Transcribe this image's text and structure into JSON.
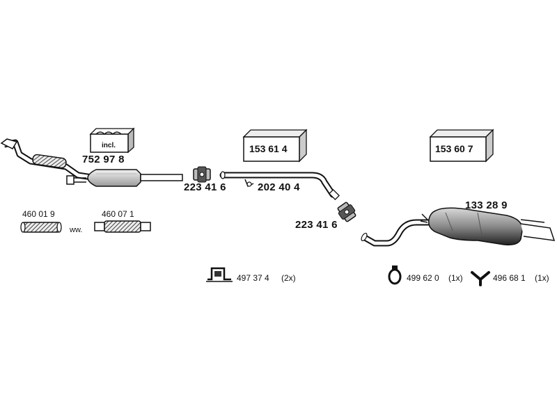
{
  "parts": {
    "downpipe": {
      "number": "752 97 8",
      "kit_label": "incl."
    },
    "flex_pipe_a": {
      "number": "460 01 9"
    },
    "flex_pipe_b": {
      "number": "460 07 1"
    },
    "flex_separator": "ww.",
    "clamp_front": {
      "number": "223 41 6"
    },
    "middle_pipe": {
      "number": "202 40 4",
      "kit_number": "153 61 4"
    },
    "clamp_rear": {
      "number": "223 41 6"
    },
    "rear_silencer": {
      "number": "133 28 9",
      "kit_number": "153 60 7"
    }
  },
  "hardware": [
    {
      "number": "497 37 4",
      "qty": "(2x)",
      "icon": "bracket-icon"
    },
    {
      "number": "499 62 0",
      "qty": "(1x)",
      "icon": "rubber-ring-icon"
    },
    {
      "number": "496 68 1",
      "qty": "(1x)",
      "icon": "y-hanger-icon"
    }
  ],
  "colors": {
    "line": "#111111",
    "shade": "#888888",
    "light": "#dddddd"
  }
}
